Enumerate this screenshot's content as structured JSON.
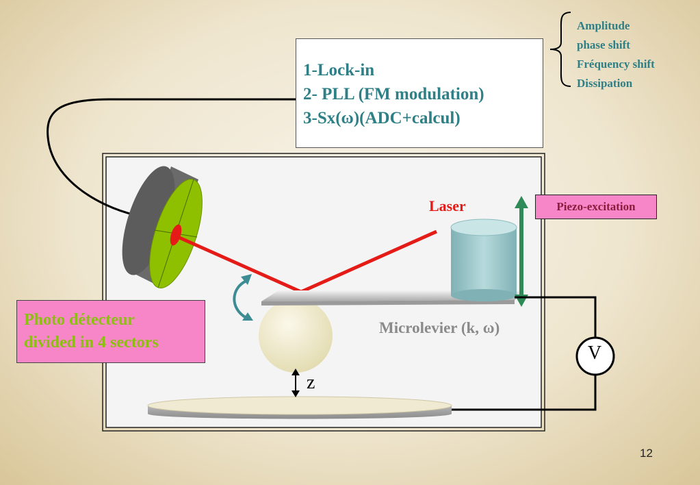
{
  "method_box": {
    "line1": "1-Lock-in",
    "line2": "2- PLL (FM modulation)",
    "line3": "3-Sx(ω)(ADC+calcul)"
  },
  "outputs": [
    "Amplitude",
    "phase shift",
    "Fréquency shift",
    "Dissipation"
  ],
  "labels": {
    "laser": "Laser",
    "piezo": "Piezo-excitation",
    "photo_line1": "Photo détecteur",
    "photo_line2": "divided in 4 sectors",
    "microlever": "Microlevier (k, ω)",
    "voltmeter": "V",
    "z": "z"
  },
  "page_number": "12",
  "colors": {
    "teal_text": "#2e7f86",
    "laser_red": "#e41b17",
    "label_pink": "#f786c9",
    "detector_green": "#8cbf12",
    "piezo_arrow": "#2e8b57",
    "cylinder": "#9cc9cc"
  }
}
